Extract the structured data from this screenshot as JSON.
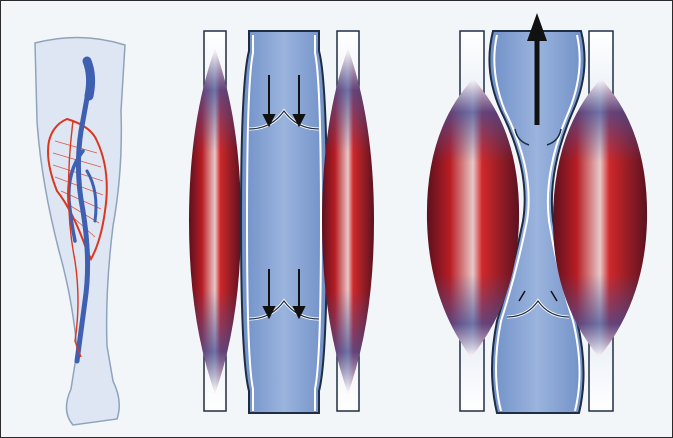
{
  "figure": {
    "panels": [
      {
        "id": "leg",
        "content": "leg-with-veins-and-calf-muscle"
      },
      {
        "id": "relaxed",
        "content": "relaxed-calf-muscles-vein-valves-closed",
        "arrows": [
          "down",
          "down",
          "down",
          "down"
        ]
      },
      {
        "id": "contracted",
        "content": "contracted-calf-muscles-vein-squeezed",
        "arrows": [
          "up"
        ]
      }
    ],
    "colors": {
      "muscle": "#c21f24",
      "muscle_dark": "#6a1420",
      "muscle_edge": "#2d3d7a",
      "vein": "#7f9fd2",
      "vein_light": "#b8cbe8",
      "vessel_outline": "#1f2d44",
      "leg_skin": "#dde6f2",
      "leg_outline": "#8fa3bd",
      "leg_muscle_outline": "#d9381e",
      "leg_vein": "#3f5fb0",
      "arrow": "#111111",
      "background": "#f3f6f9"
    }
  }
}
